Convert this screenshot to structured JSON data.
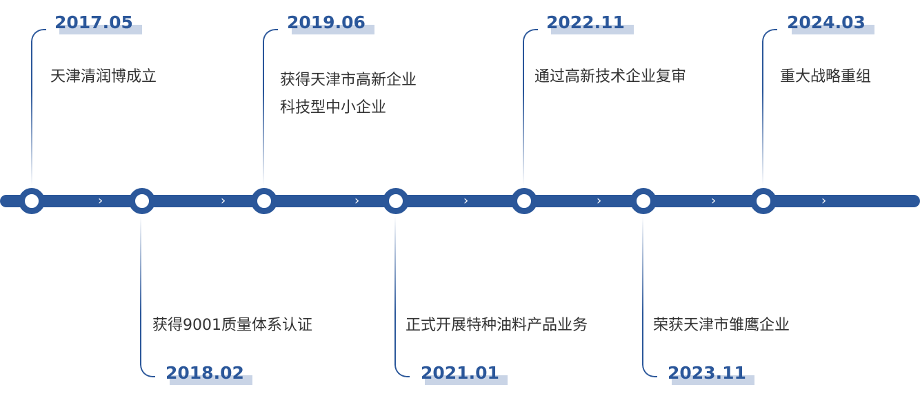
{
  "milestones": [
    {
      "year": "2017.05",
      "text": [
        "天津清润博成立"
      ]
    },
    {
      "year": "2018.02",
      "text": [
        "获得9001质量体系认证"
      ]
    },
    {
      "year": "2019.06",
      "text": [
        "获得天津市高新企业",
        "科技型中小企业"
      ]
    },
    {
      "year": "2021.01",
      "text": [
        "正式开展特种油料产品业务"
      ]
    },
    {
      "year": "2022.11",
      "text": [
        "通过高新技术企业复审"
      ]
    },
    {
      "year": "2023.11",
      "text": [
        "荣获天津市雏鹰企业"
      ]
    },
    {
      "year": "2024.03",
      "text": [
        "重大战略重组"
      ]
    }
  ],
  "colors": {
    "line": "#2b579a",
    "year": "#2b579a",
    "year_highlight": "#c9d4e6",
    "text": "#333333",
    "chevron": "#ffffff"
  },
  "icons": {
    "node": "circle-node",
    "arrow": "chevron-right-icon"
  }
}
